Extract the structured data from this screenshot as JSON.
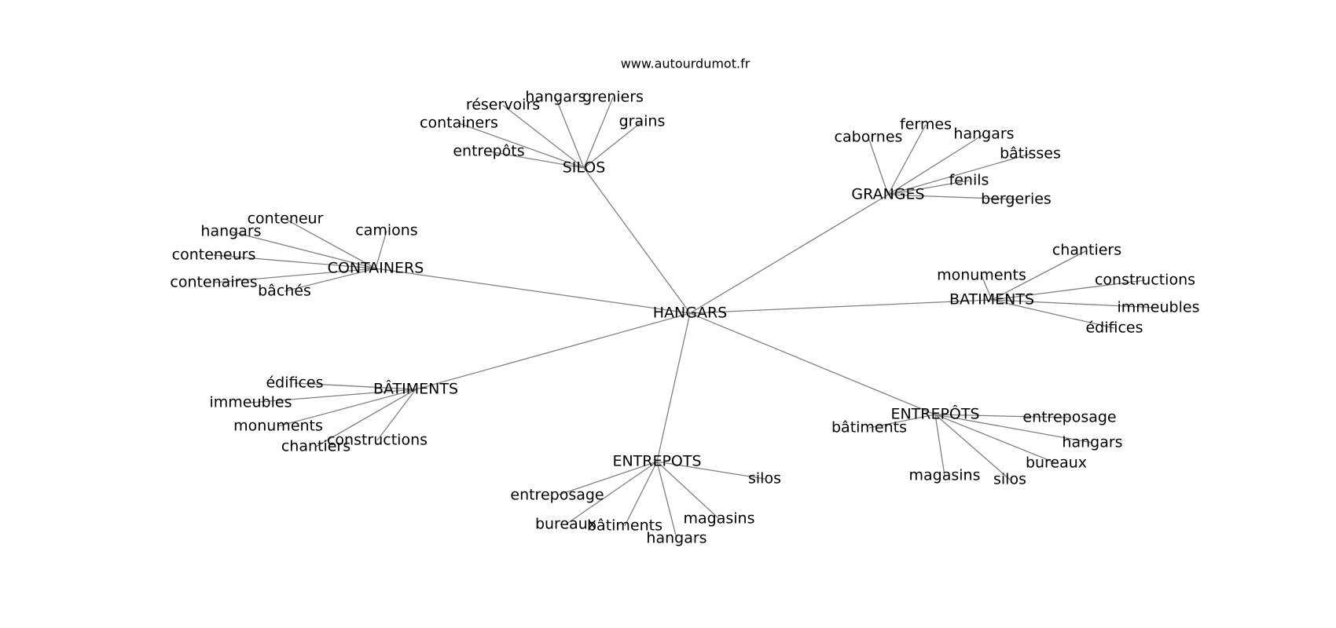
{
  "site": "www.autourdumot.fr",
  "root": "HANGARS",
  "clusters": [
    {
      "label": "SILOS",
      "leaves": [
        "hangars",
        "greniers",
        "réservoirs",
        "grains",
        "containers",
        "entrepôts"
      ]
    },
    {
      "label": "GRANGES",
      "leaves": [
        "fermes",
        "cabornes",
        "hangars",
        "bâtisses",
        "fenils",
        "bergeries"
      ]
    },
    {
      "label": "CONTAINERS",
      "leaves": [
        "conteneur",
        "camions",
        "hangars",
        "conteneurs",
        "contenaires",
        "bâchés"
      ]
    },
    {
      "label": "BATIMENTS",
      "leaves": [
        "chantiers",
        "monuments",
        "constructions",
        "immeubles",
        "édifices"
      ]
    },
    {
      "label": "BÂTIMENTS",
      "leaves": [
        "édifices",
        "immeubles",
        "monuments",
        "chantiers",
        "constructions"
      ]
    },
    {
      "label": "ENTREPÔTS",
      "leaves": [
        "bâtiments",
        "entreposage",
        "hangars",
        "bureaux",
        "magasins",
        "silos"
      ]
    },
    {
      "label": "ENTREPOTS",
      "leaves": [
        "silos",
        "entreposage",
        "magasins",
        "bureaux",
        "bâtiments",
        "hangars"
      ]
    }
  ]
}
